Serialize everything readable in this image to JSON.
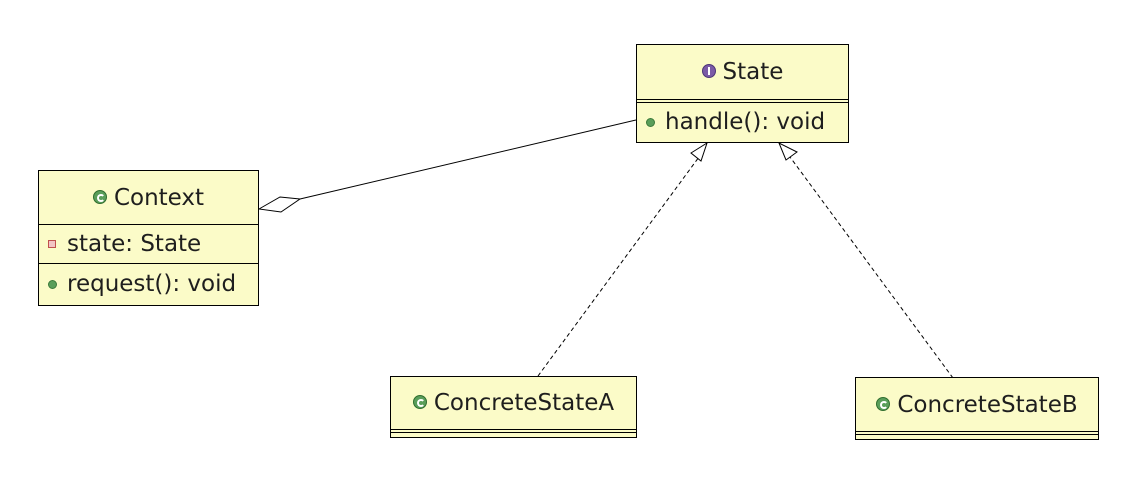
{
  "diagram": {
    "classes": {
      "state": {
        "kind": "interface",
        "name": "State",
        "operations": [
          "handle(): void"
        ]
      },
      "context": {
        "kind": "class",
        "name": "Context",
        "attributes": [
          "state: State"
        ],
        "operations": [
          "request(): void"
        ]
      },
      "concrete_state_a": {
        "kind": "class",
        "name": "ConcreteStateA"
      },
      "concrete_state_b": {
        "kind": "class",
        "name": "ConcreteStateB"
      }
    },
    "relationships": [
      {
        "type": "aggregation",
        "from": "Context",
        "to": "State"
      },
      {
        "type": "realization",
        "from": "ConcreteStateA",
        "to": "State"
      },
      {
        "type": "realization",
        "from": "ConcreteStateB",
        "to": "State"
      }
    ],
    "colors": {
      "class_fill": "#fbfbc8",
      "border": "#000000",
      "class_icon": "#5a9e5a",
      "interface_icon": "#7b5aa6"
    }
  }
}
